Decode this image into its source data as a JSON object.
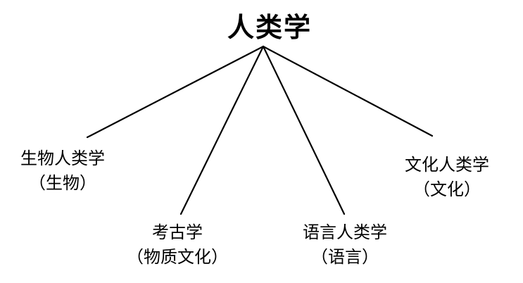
{
  "root": {
    "title": "人类学"
  },
  "branches": [
    {
      "title": "生物人类学",
      "subtitle": "（生物）"
    },
    {
      "title": "考古学",
      "subtitle": "（物质文化）"
    },
    {
      "title": "语言人类学",
      "subtitle": "（语言）"
    },
    {
      "title": "文化人类学",
      "subtitle": "（文化）"
    }
  ],
  "colors": {
    "line": "#000000",
    "text": "#000000",
    "background": "#ffffff"
  }
}
